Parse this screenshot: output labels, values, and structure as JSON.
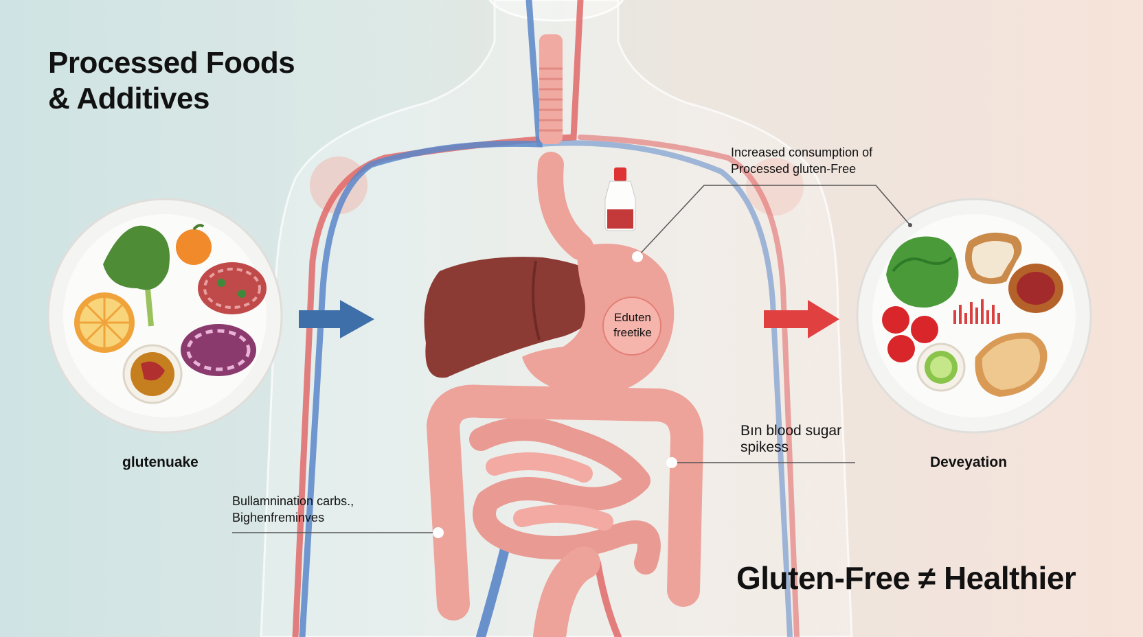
{
  "title_line1": "Processed Foods",
  "title_line2": "& Additives",
  "left_plate_label": "glutenuake",
  "right_plate_label": "Deveyation",
  "annotation_top_line1": "Increased consumption of",
  "annotation_top_line2": "Processed gluten-Free",
  "annotation_right_line1": "Bın blood sugar",
  "annotation_right_line2": "spikess",
  "annotation_left_line1": "Bullamnination carbs.,",
  "annotation_left_line2": "Bighenfreminves",
  "stomach_label_line1": "Eduten",
  "stomach_label_line2": "freetike",
  "headline": "Gluten-Free ≠ Healthier",
  "colors": {
    "artery_red": "#e06060",
    "vein_blue": "#5a86c9",
    "arrow_blue": "#3f6fa8",
    "arrow_red": "#e04040",
    "organ_pink": "#eda29a",
    "liver": "#8c3a34"
  }
}
